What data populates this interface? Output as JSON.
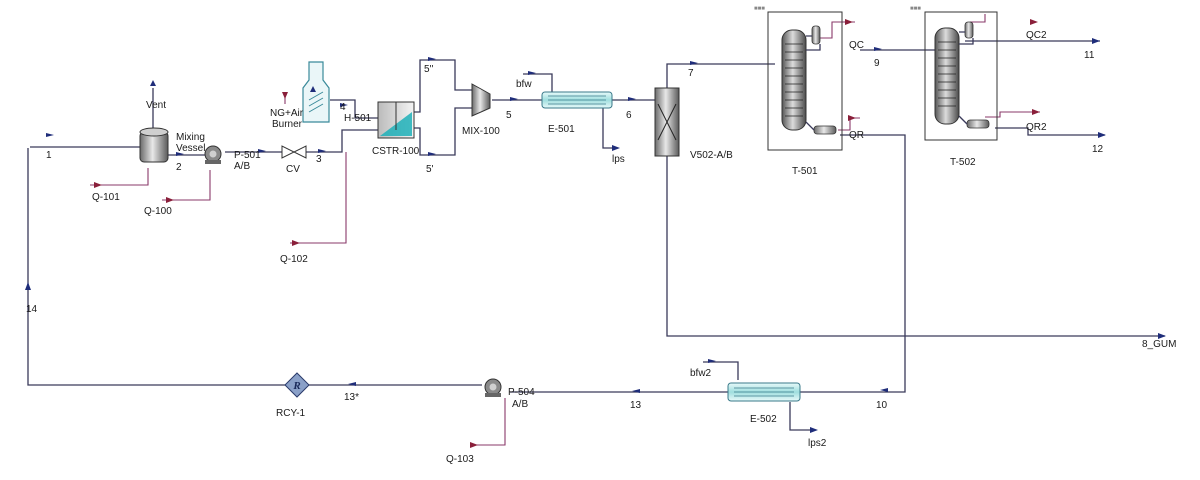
{
  "streams": {
    "s1": "1",
    "s2": "2",
    "s3": "3",
    "s4": "4",
    "s5": "5",
    "s5pp": "5''",
    "s5p": "5'",
    "s6": "6",
    "s7": "7",
    "s9": "9",
    "s10": "10",
    "s11": "11",
    "s12": "12",
    "s13": "13",
    "s13p": "13*",
    "s14": "14",
    "s8gum": "8_GUM",
    "vent": "Vent",
    "bfw": "bfw",
    "bfw2": "bfw2",
    "lps": "lps",
    "lps2": "lps2"
  },
  "energy": {
    "q101": "Q-101",
    "q100": "Q-100",
    "q102": "Q-102",
    "q103": "Q-103",
    "qc": "QC",
    "qr": "QR",
    "qc2": "QC2",
    "qr2": "QR2"
  },
  "units": {
    "mixing_vessel_1": "Mixing",
    "mixing_vessel_2": "Vessel",
    "pump1_1": "P-501",
    "pump1_2": "A/B",
    "cv": "CV",
    "burner_1": "NG+Air",
    "burner_2": "Burner",
    "h501": "H-501",
    "cstr": "CSTR-100",
    "mix": "MIX-100",
    "e501": "E-501",
    "v502": "V502-A/B",
    "t501": "T-501",
    "t502": "T-502",
    "rcy": "RCY-1",
    "rcy_symbol": "R",
    "e502": "E-502",
    "pump2_1": "P-504",
    "pump2_2": "A/B"
  }
}
